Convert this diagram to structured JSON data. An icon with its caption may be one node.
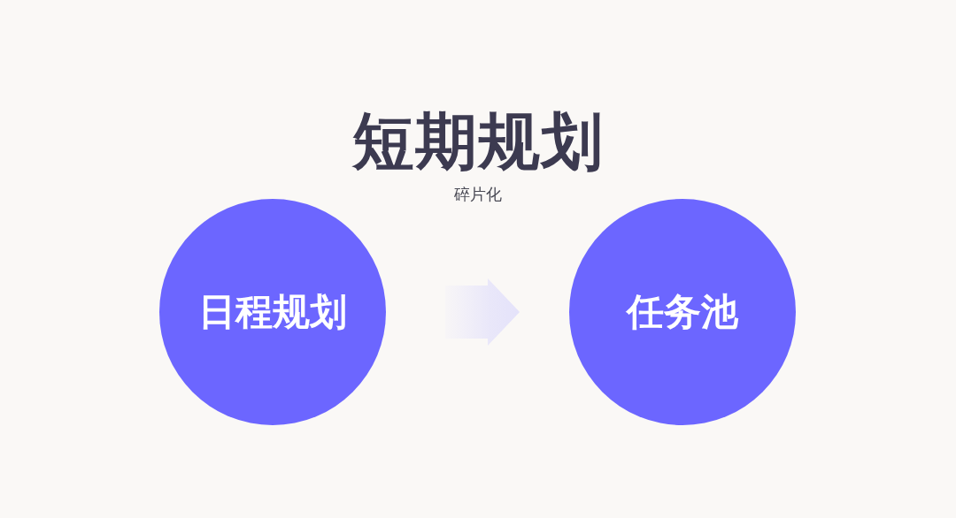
{
  "diagram": {
    "title": "短期规划",
    "nodes": [
      {
        "text": [
          "日程规划"
        ]
      },
      {
        "text": [
          "任务池"
        ]
      }
    ],
    "edges": [
      {
        "from": 0,
        "to": 1,
        "arrow": "to"
      }
    ],
    "labels": [
      "碎片化"
    ]
  }
}
